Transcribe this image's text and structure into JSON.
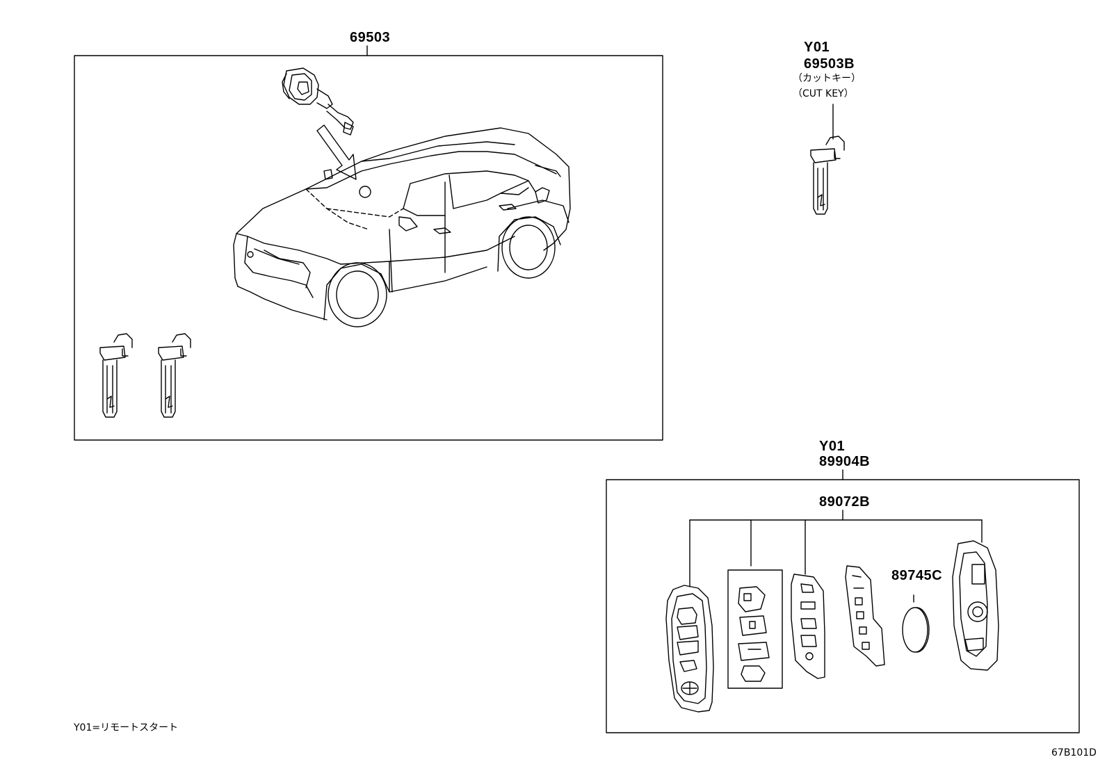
{
  "callouts": {
    "part_69503": "69503",
    "cut_key_code": "Y01",
    "cut_key_part": "69503B",
    "cut_key_jp": "（カットキー）",
    "cut_key_en": "（CUT KEY）",
    "remote_code": "Y01",
    "remote_part": "89904B",
    "case_part": "89072B",
    "battery_part": "89745C"
  },
  "footnote": "Y01=リモートスタート",
  "diagram_id": "67B101D"
}
